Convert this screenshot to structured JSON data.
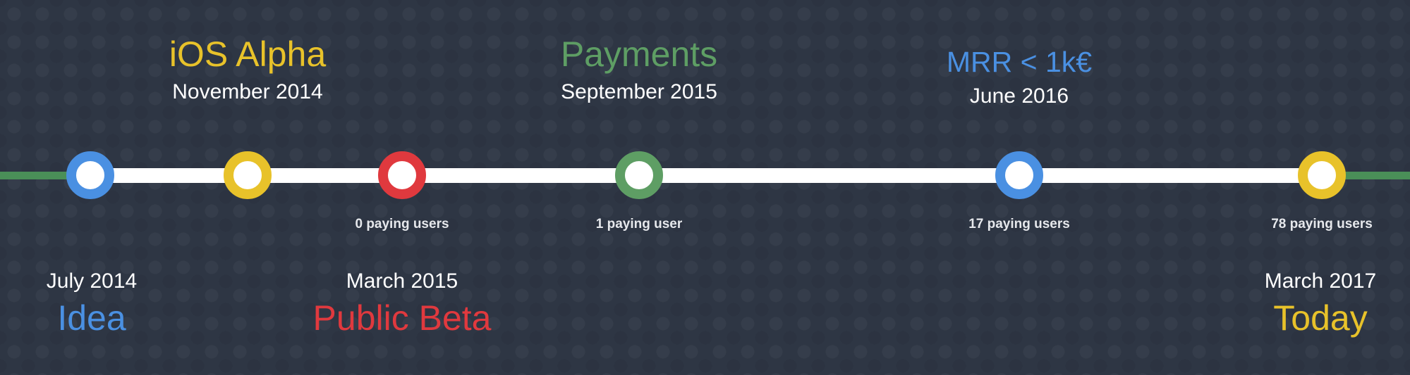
{
  "colors": {
    "blue": "#4a90e2",
    "yellow": "#e8c22a",
    "red": "#e0393e",
    "green": "#5e9e64",
    "line": "#ffffff",
    "background": "#2e3644"
  },
  "milestones": [
    {
      "title": "Idea",
      "date": "July 2014",
      "users": "",
      "color": "#4a90e2"
    },
    {
      "title": "iOS Alpha",
      "date": "November 2014",
      "users": "",
      "color": "#e8c22a"
    },
    {
      "title": "Public Beta",
      "date": "March 2015",
      "users": "0 paying users",
      "color": "#e0393e"
    },
    {
      "title": "Payments",
      "date": "September 2015",
      "users": "1 paying user",
      "color": "#5e9e64"
    },
    {
      "title": "MRR < 1k€",
      "date": "June 2016",
      "users": "17 paying users",
      "color": "#4a90e2"
    },
    {
      "title": "Today",
      "date": "March 2017",
      "users": "78 paying users",
      "color": "#e8c22a"
    }
  ]
}
